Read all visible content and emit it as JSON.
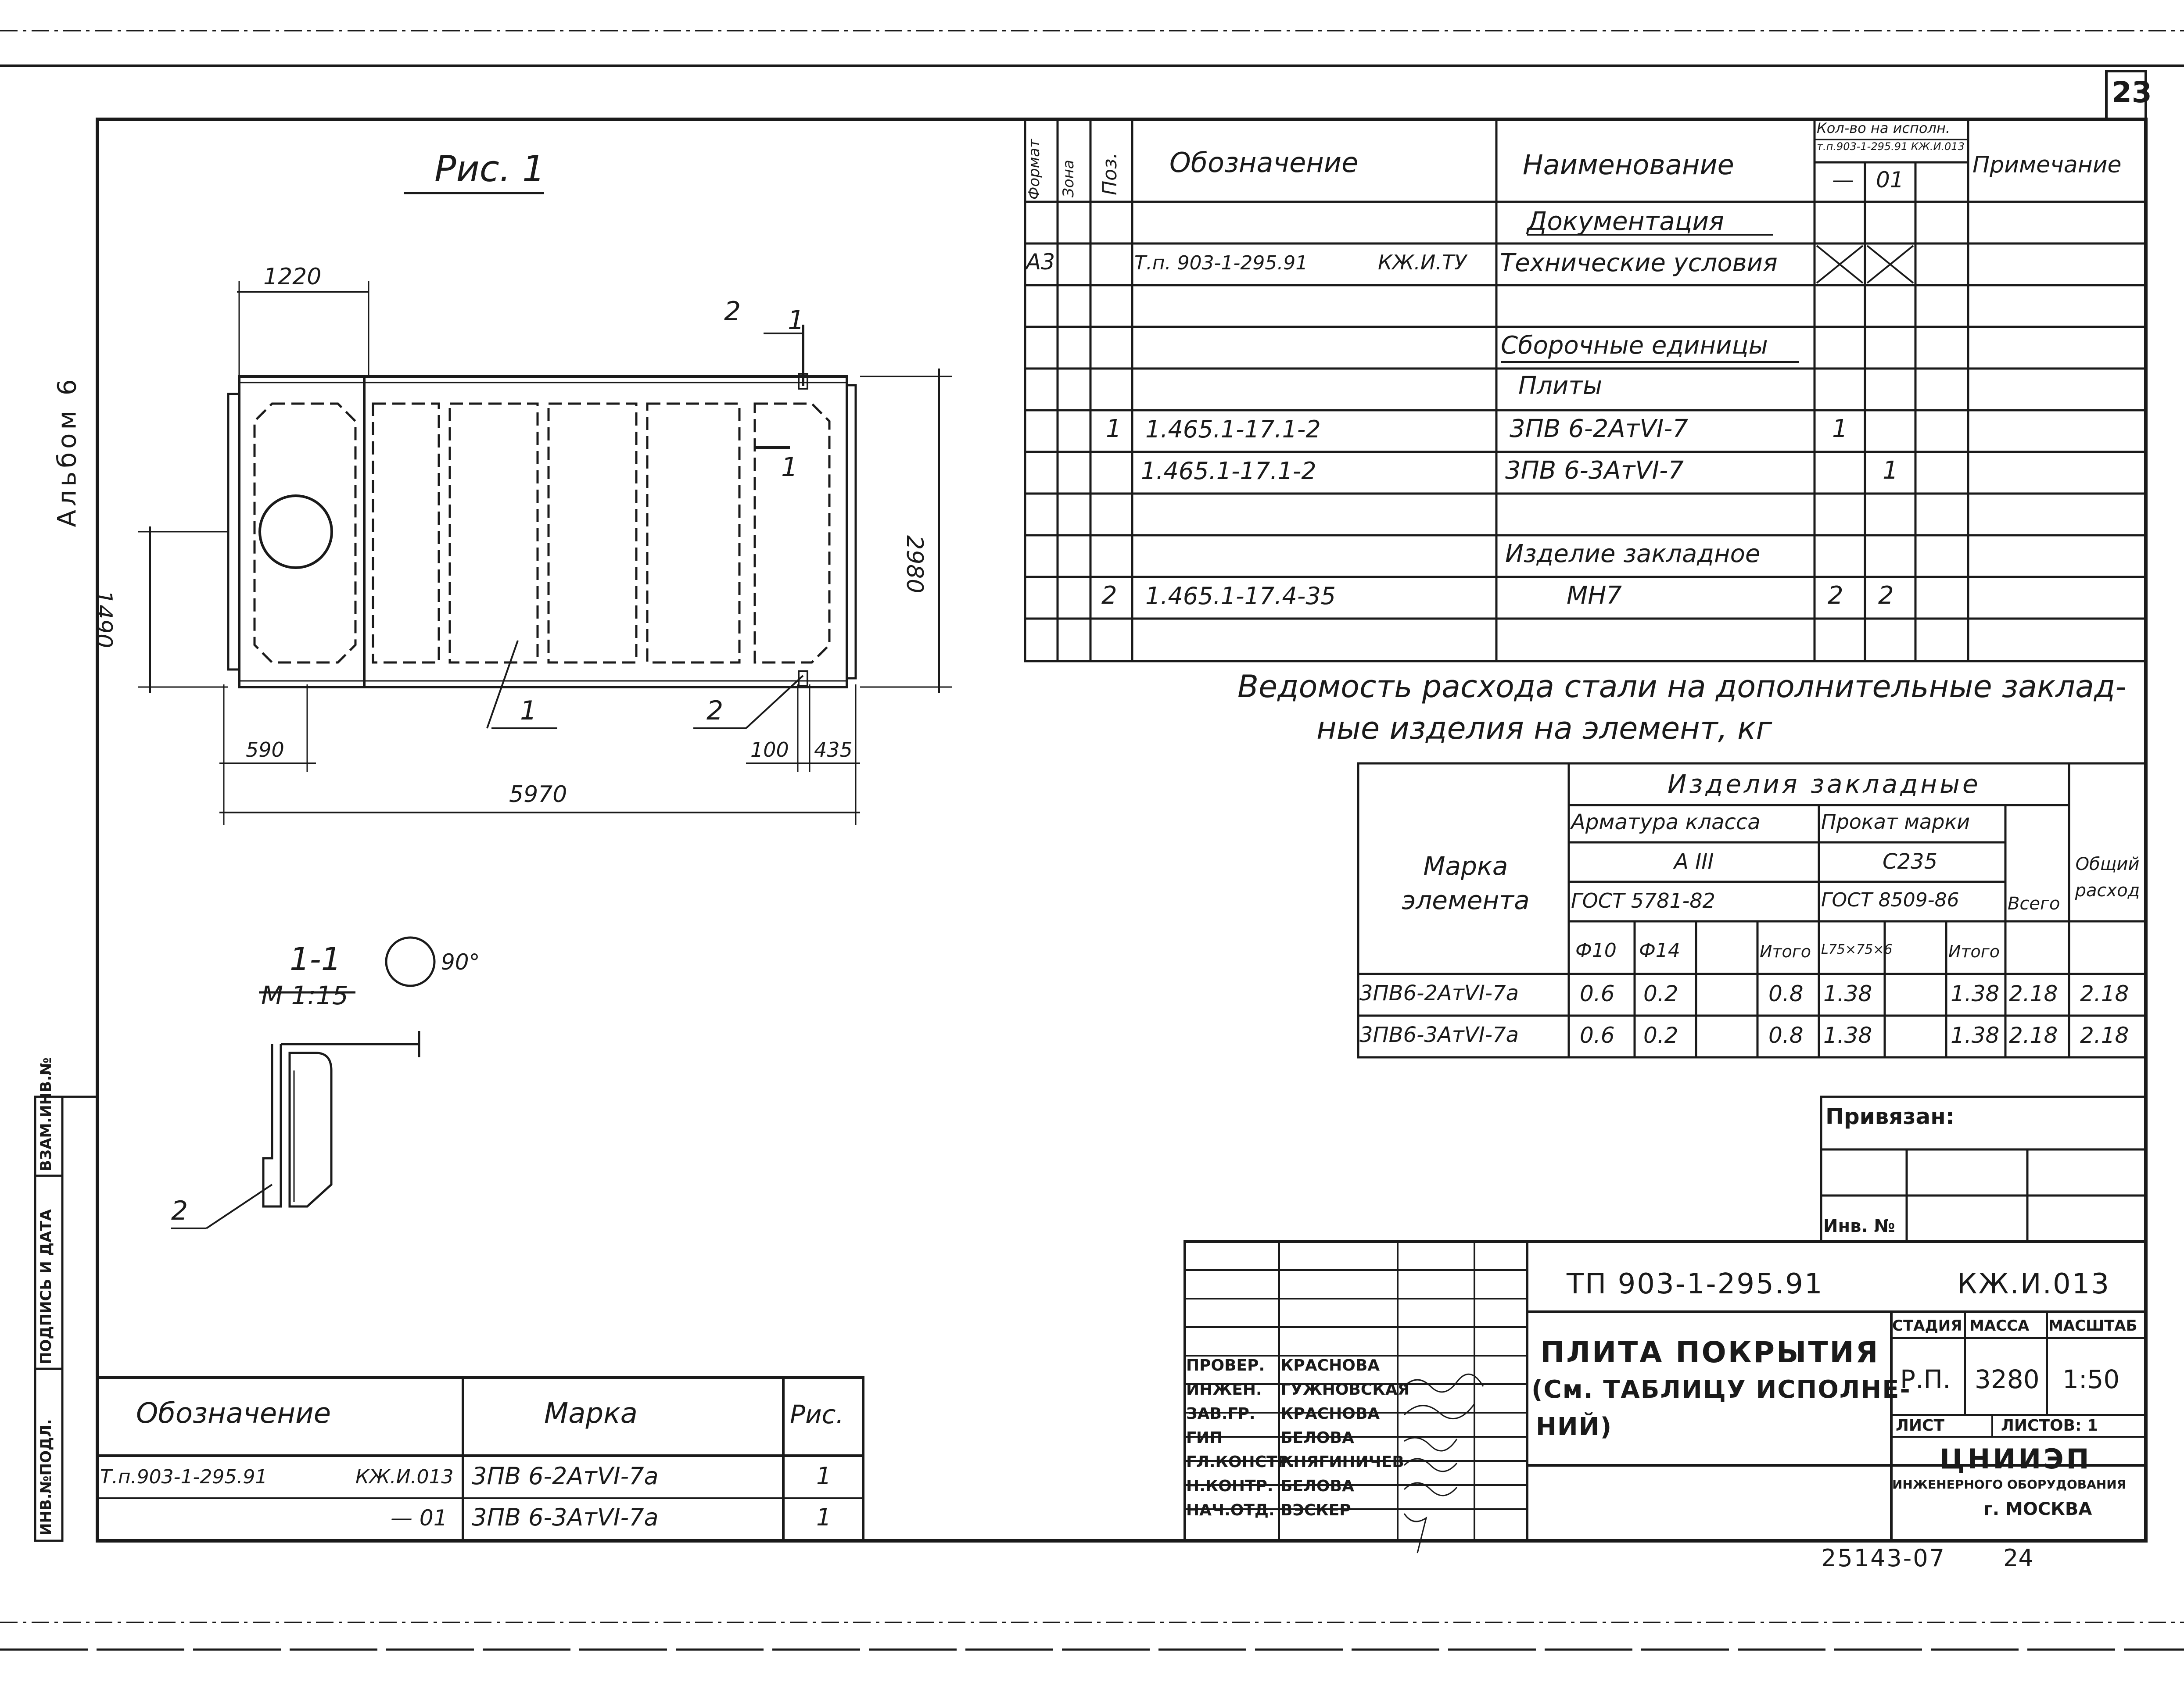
{
  "sheet": {
    "page_number": "23",
    "album": "Альбом 6",
    "doc_code": "ТП 903-1-295.91",
    "sheet_mark": "КЖ.И.013",
    "bottom_code": "25143-07",
    "bottom_page": "24"
  },
  "figure": {
    "title": "Рис. 1",
    "dims": {
      "d1220": "1220",
      "d5970": "5970",
      "d2980": "2980",
      "d1490": "1490",
      "d590": "590",
      "d100": "100",
      "d435": "435"
    },
    "labels": {
      "l1": "1",
      "l2": "2",
      "sec": "1"
    },
    "section_title": "1-1",
    "section_scale": "М 1:15",
    "section_rotation": "90°",
    "section_label": "2"
  },
  "spec": {
    "headers": {
      "format": "Формат",
      "zone": "Зона",
      "pos": "Поз.",
      "designation": "Обозначение",
      "name": "Наименование",
      "qty_title": "Кол-во на исполн.",
      "qty_sub": "т.п.903-1-295.91 КЖ.И.013",
      "qty_col1": "—",
      "qty_col2": "01",
      "note": "Примечание"
    },
    "section_documentation": "Документация",
    "doc_row": {
      "format": "А3",
      "designation": "Т.п. 903-1-295.91",
      "mark": "КЖ.И.ТУ",
      "name": "Технические условия"
    },
    "section_weld_units": "Сборочные единицы",
    "subsection_slabs": "Плиты",
    "rows": [
      {
        "pos": "1",
        "designation": "1.465.1-17.1-2",
        "name": "3ПВ 6-2АтVI-7",
        "q1": "1",
        "q2": ""
      },
      {
        "pos": "",
        "designation": "1.465.1-17.1-2",
        "name": "3ПВ 6-3АтVI-7",
        "q1": "",
        "q2": "1"
      }
    ],
    "section_embedded": "Изделие закладное",
    "embedded_row": {
      "pos": "2",
      "designation": "1.465.1-17.4-35",
      "name": "МН7",
      "q1": "2",
      "q2": "2"
    }
  },
  "steel": {
    "title_line1": "Ведомость расхода стали на дополнительные заклад-",
    "title_line2": "ные изделия на элемент, кг",
    "h_mark": "Марка элемента",
    "h_embedded": "Изделия закладные",
    "h_rebar": "Арматура класса",
    "h_rebar_class": "А III",
    "h_rebar_gost": "ГОСТ 5781-82",
    "h_profile": "Прокат марки",
    "h_profile_grade": "С235",
    "h_profile_gost": "ГОСТ 8509-86",
    "h_total_all": "Всего",
    "h_total_cons": "Общий расход",
    "sub": {
      "d10": "Ф10",
      "d14": "Ф14",
      "sum1": "Итого",
      "angle": "L75×75×6",
      "sum2": "Итого"
    },
    "rows": [
      {
        "mark": "3ПВ6-2АтVI-7а",
        "d10": "0.6",
        "d14": "0.2",
        "sum1": "0.8",
        "angle": "1.38",
        "sum2": "1.38",
        "all": "2.18",
        "total": "2.18"
      },
      {
        "mark": "3ПВ6-3АтVI-7а",
        "d10": "0.6",
        "d14": "0.2",
        "sum1": "0.8",
        "angle": "1.38",
        "sum2": "1.38",
        "all": "2.18",
        "total": "2.18"
      }
    ]
  },
  "binding": {
    "label": "Привязан:",
    "inv": "Инв. №"
  },
  "marks": {
    "h_designation": "Обозначение",
    "h_mark": "Марка",
    "h_fig": "Рис.",
    "rows": [
      {
        "designation": "Т.п.903-1-295.91",
        "code": "КЖ.И.013",
        "mark": "3ПВ 6-2АтVI-7а",
        "fig": "1"
      },
      {
        "designation": "",
        "code": "— 01",
        "mark": "3ПВ 6-3АтVI-7а",
        "fig": "1"
      }
    ]
  },
  "stamp": {
    "roles": [
      {
        "role": "ПРОВЕР.",
        "name": "КРАСНОВА"
      },
      {
        "role": "ИНЖЕН.",
        "name": "ГУЖНОВСКАЯ"
      },
      {
        "role": "ЗАВ.ГР.",
        "name": "КРАСНОВА"
      },
      {
        "role": "ГИП",
        "name": "БЕЛОВА"
      },
      {
        "role": "ГЛ.КОНСТР.",
        "name": "КНЯГИНИЧЕВ"
      },
      {
        "role": "Н.КОНТР.",
        "name": "БЕЛОВА"
      },
      {
        "role": "НАЧ.ОТД.",
        "name": "ВЭСКЕР"
      }
    ],
    "title_line1": "ПЛИТА ПОКРЫТИЯ",
    "title_line2": "(См. ТАБЛИЦУ ИСПОЛНЕ-",
    "title_line3": "НИЙ)",
    "h_stage": "СТАДИЯ",
    "h_mass": "МАССА",
    "h_scale": "МАСШТАБ",
    "stage": "Р.П.",
    "mass": "3280",
    "scale": "1:50",
    "sheet_label": "ЛИСТ",
    "sheets_label": "ЛИСТОВ: 1",
    "org": "ЦНИИЭП",
    "org_full": "ИНЖЕНЕРНОГО ОБОРУДОВАНИЯ",
    "city": "г. МОСКВА"
  },
  "side_stamp": {
    "inv_orig": "ИНВ.№ПОДЛ.",
    "sign_date": "ПОДПИСЬ И ДАТА",
    "replace_inv": "ВЗАМ.ИНВ.№"
  }
}
